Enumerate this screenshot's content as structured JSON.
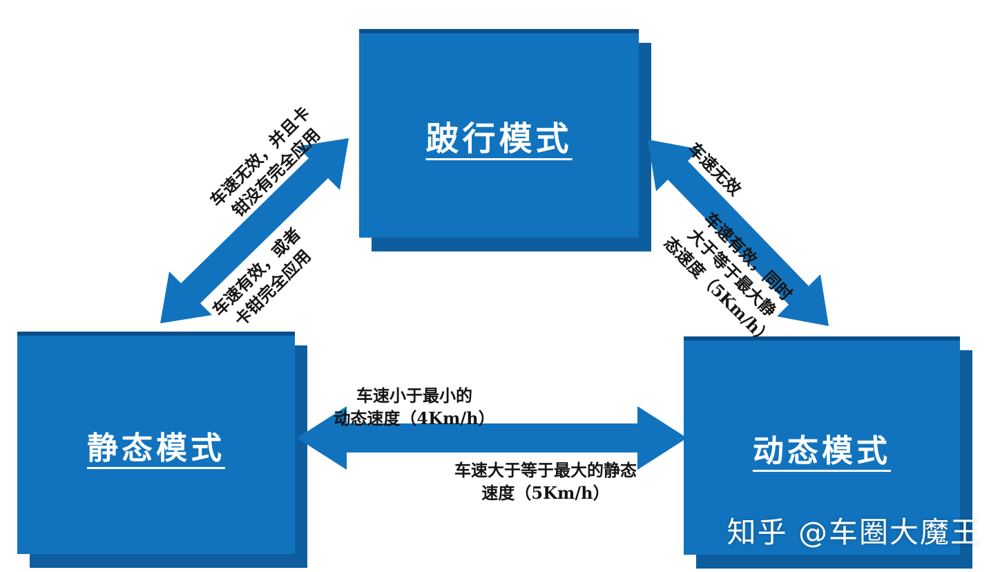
{
  "nodes": {
    "limp": "跛行模式",
    "static": "静态模式",
    "dynamic": "动态模式"
  },
  "edge_labels": {
    "limp_static_upper": "车速无效，并且卡\n钳没有完全应用",
    "limp_static_lower": "车速有效，或者\n卡钳完全应用",
    "limp_dynamic_upper": "车速无效",
    "limp_dynamic_lower": "车速有效，同时\n大于等于最大静\n态速度（5Km/h）",
    "static_dynamic_upper": "车速小于最小的\n动态速度（4Km/h）",
    "static_dynamic_lower": "车速大于等于最大的静态\n速度（5Km/h）"
  },
  "watermark": "知乎 @车圈大魔王",
  "colors": {
    "box_face": "#1173bd",
    "box_side": "#0d5d9f",
    "arrow": "#1173bd",
    "label_text": "#141414",
    "node_text": "#ffffff",
    "background": "#ffffff",
    "watermark_text": "#ffffff"
  }
}
